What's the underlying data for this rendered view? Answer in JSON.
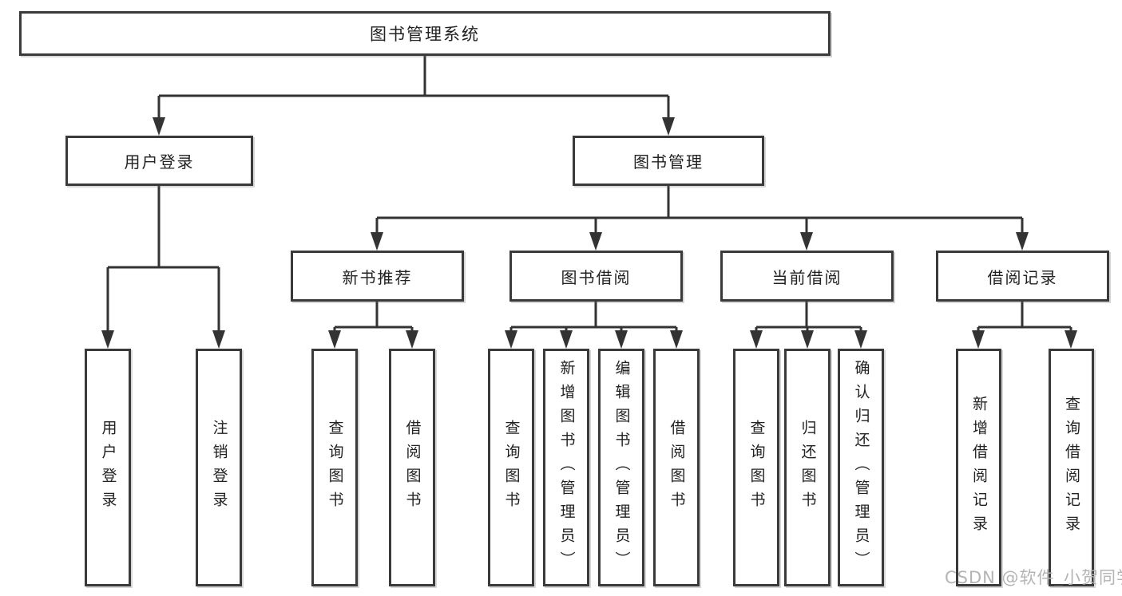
{
  "tree": {
    "root": "图书管理系统",
    "branches": [
      {
        "label": "用户登录",
        "children": [
          "用户登录",
          "注销登录"
        ]
      },
      {
        "label": "图书管理",
        "sections": [
          {
            "label": "新书推荐",
            "children": [
              "查询图书",
              "借阅图书"
            ]
          },
          {
            "label": "图书借阅",
            "children": [
              "查询图书",
              "新增图书（管理员）",
              "编辑图书（管理员）",
              "借阅图书"
            ]
          },
          {
            "label": "当前借阅",
            "children": [
              "查询图书",
              "归还图书",
              "确认归还（管理员）"
            ]
          },
          {
            "label": "借阅记录",
            "children": [
              "新增借阅记录",
              "查询借阅记录"
            ]
          }
        ]
      }
    ]
  },
  "watermark": {
    "text": "CSDN @软件_小贺同学"
  },
  "colors": {
    "line": "#333333",
    "box_border": "#3a3a3a",
    "text": "#222222",
    "watermark": "#b4b4b4",
    "background": "#ffffff"
  }
}
